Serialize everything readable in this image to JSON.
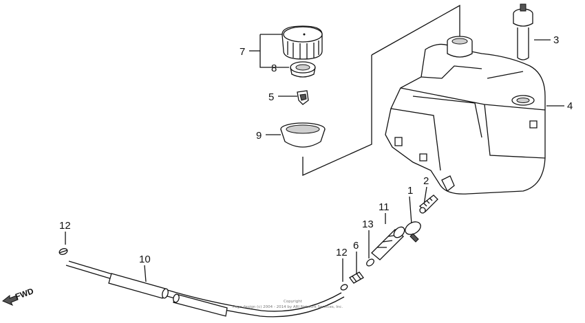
{
  "labels": {
    "p1": "1",
    "p2": "2",
    "p3": "3",
    "p4": "4",
    "p5": "5",
    "p6": "6",
    "p7": "7",
    "p8": "8",
    "p9": "9",
    "p10": "10",
    "p11": "11",
    "p12a": "12",
    "p12b": "12",
    "p13": "13"
  },
  "fwd": "FWD",
  "copyright": {
    "line1": "Copyright",
    "line2": "Page design (c) 2004 - 2014 by ARI Network Services, Inc."
  }
}
